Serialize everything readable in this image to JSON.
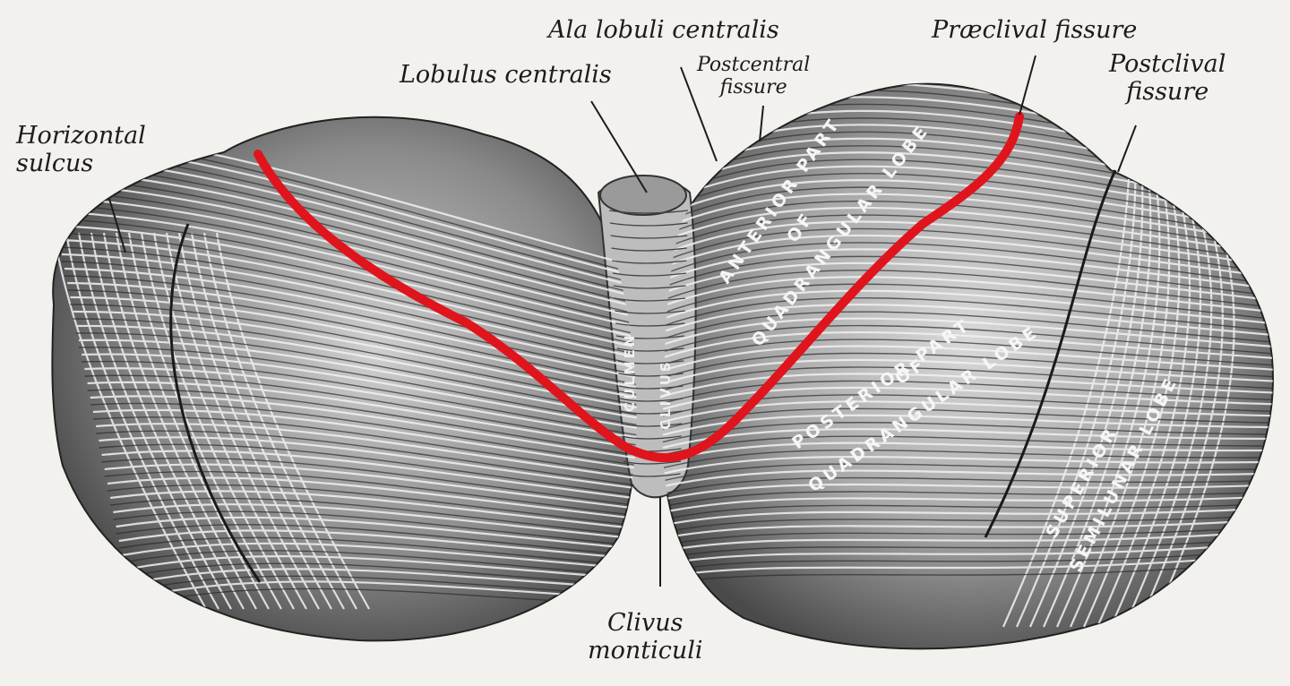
{
  "figure": {
    "labels": {
      "horizontal_sulcus": "Horizontal\nsulcus",
      "lobulus_centralis": "Lobulus centralis",
      "ala_lobuli_centralis": "Ala lobuli centralis",
      "postcentral_fissure": "Postcentral\nfissure",
      "praeclival_fissure": "Præclival fissure",
      "postclival_fissure": "Postclival\nfissure",
      "clivus_monticuli": "Clivus\nmonticuli"
    },
    "lobe_labels": {
      "anterior_part": "ANTERIOR PART",
      "of_1": "OF",
      "quadrangular_lobe_1": "QUADRANGULAR LOBE",
      "posterior_part": "POSTERIOR PART",
      "of_2": "OF",
      "quadrangular_lobe_2": "QUADRANGULAR LOBE",
      "superior": "SUPERIOR",
      "semilunar_lobe": "SEMILUNAR LOBE",
      "culmen": "CULMEN",
      "clivus": "CLIVUS"
    },
    "highlight_color": "#e0141c",
    "ink_color": "#1c1c1c",
    "paper_color": "#f3f1ee"
  }
}
